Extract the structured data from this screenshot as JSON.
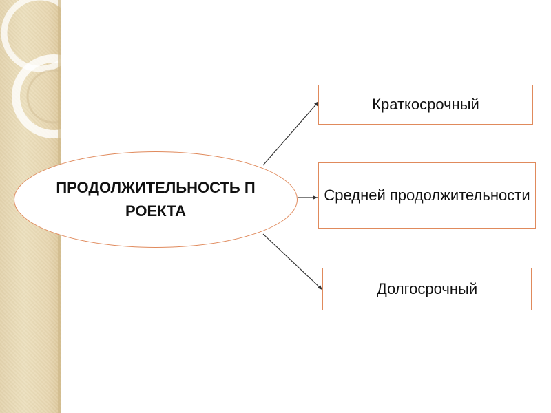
{
  "diagram": {
    "center": {
      "label": "ПРОДОЛЖИТЕЛЬНОСТЬ ПРОЕКТА"
    },
    "branches": [
      {
        "label": "Краткосрочный"
      },
      {
        "label": "Средней продолжительности"
      },
      {
        "label": "Долгосрочный"
      }
    ]
  },
  "colors": {
    "node_border": "#e08a5c",
    "connector": "#333333",
    "strip_background": "#e8d9b4"
  }
}
